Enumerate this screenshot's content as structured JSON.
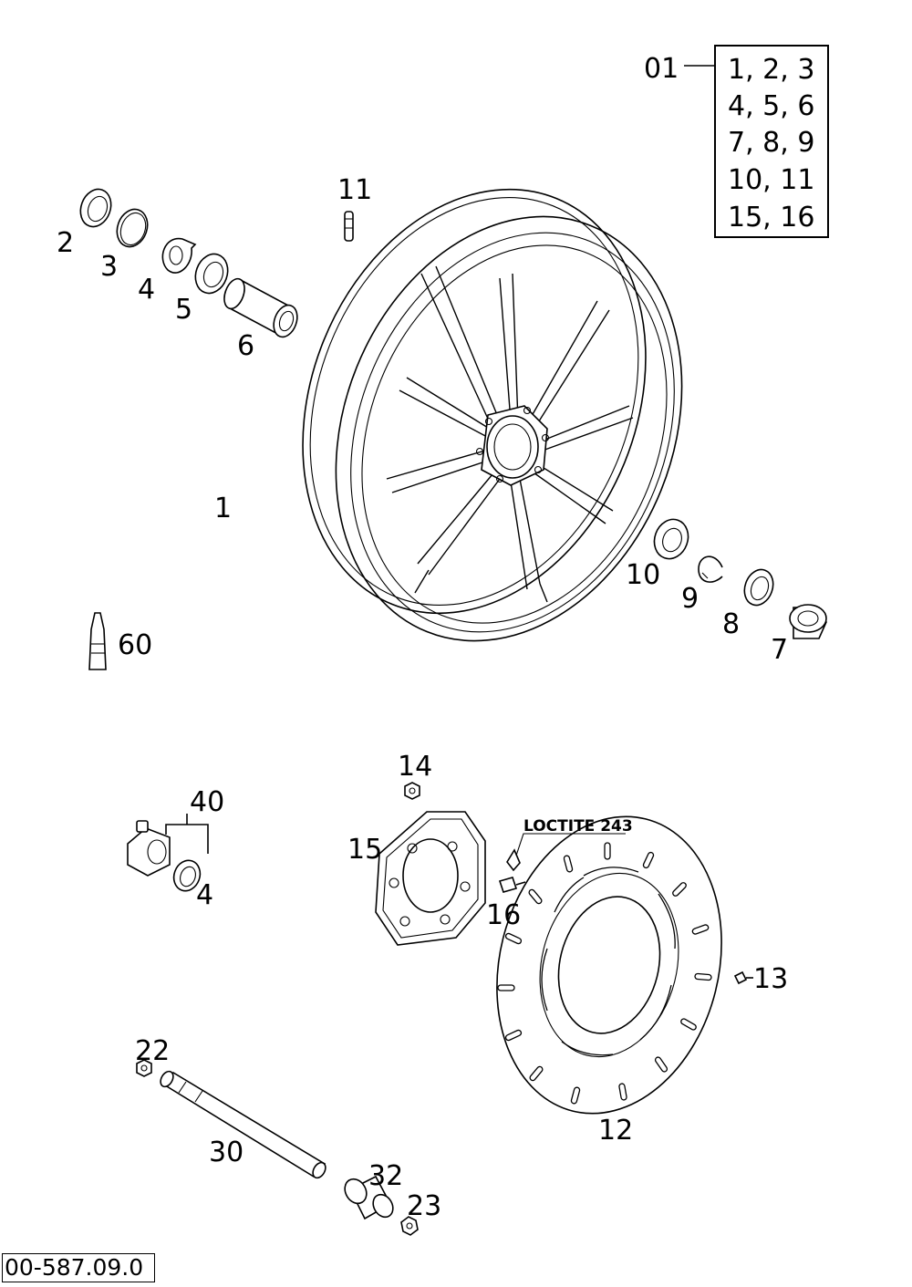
{
  "diagram": {
    "kit": {
      "number": "01",
      "contents": [
        "1, 2, 3",
        "4, 5, 6",
        "7, 8, 9",
        "10, 11",
        "15, 16"
      ]
    },
    "labels": {
      "p1": "1",
      "p2": "2",
      "p3": "3",
      "p4": "4",
      "p5": "5",
      "p6": "6",
      "p7": "7",
      "p8": "8",
      "p9": "9",
      "p10": "10",
      "p11": "11",
      "p12": "12",
      "p13": "13",
      "p14": "14",
      "p15": "15",
      "p16": "16",
      "p22": "22",
      "p23": "23",
      "p30": "30",
      "p32": "32",
      "p40": "40",
      "p4b": "4",
      "p60": "60"
    },
    "loctite_note": "LOCTITE 243",
    "reference_code": "00-587.09.0"
  }
}
